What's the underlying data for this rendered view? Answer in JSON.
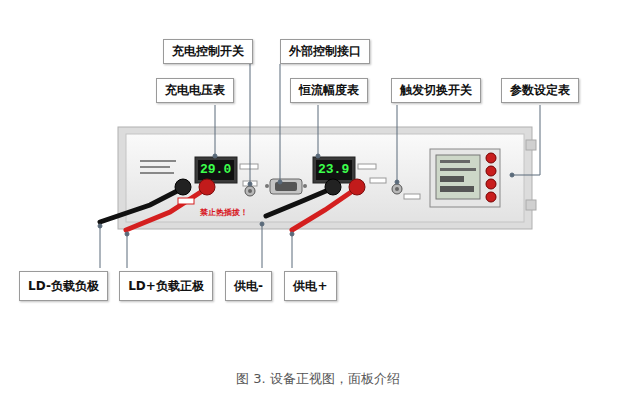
{
  "diagram": {
    "caption": "图 3. 设备正视图，面板介绍",
    "nodes": [
      {
        "text": [
          "充电控制开关"
        ]
      },
      {
        "text": [
          "外部控制接口"
        ]
      },
      {
        "text": [
          "充电电压表"
        ]
      },
      {
        "text": [
          "恒流幅度表"
        ]
      },
      {
        "text": [
          "触发切换开关"
        ]
      },
      {
        "text": [
          "参数设定表"
        ]
      },
      {
        "text": [
          "LD-负载负极"
        ]
      },
      {
        "text": [
          "LD+负载正极"
        ]
      },
      {
        "text": [
          "供电-"
        ]
      },
      {
        "text": [
          "供电+"
        ]
      }
    ],
    "labels": [
      "29.0",
      "23.9",
      "禁止热插拔！"
    ]
  }
}
